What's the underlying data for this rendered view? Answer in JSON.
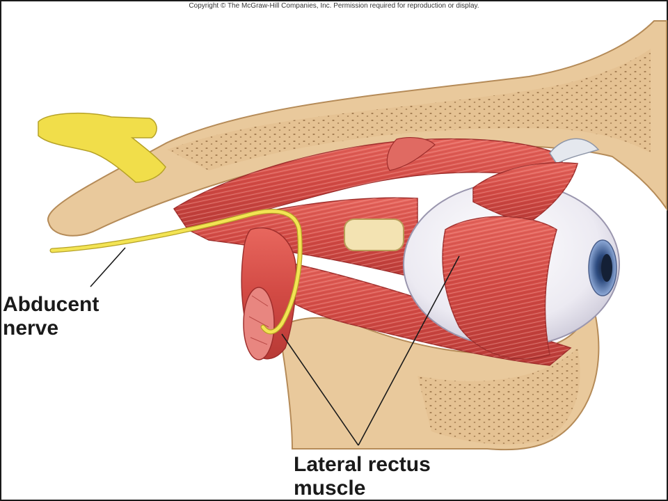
{
  "copyright": "Copyright © The McGraw-Hill Companies, Inc. Permission required for reproduction or display.",
  "labels": {
    "abducent": {
      "line1": "Abducent",
      "line2": "nerve"
    },
    "lateral_rectus": {
      "line1": "Lateral rectus",
      "line2": "muscle"
    }
  },
  "colors": {
    "bone": "#E8C79A",
    "bone_edge": "#B8905E",
    "muscle": "#D9504A",
    "muscle_light": "#EE8A80",
    "nerve": "#F2E14A",
    "eye": "#F2F0F6",
    "iris": "#6E8FC4",
    "pupil": "#1C2B4A"
  }
}
